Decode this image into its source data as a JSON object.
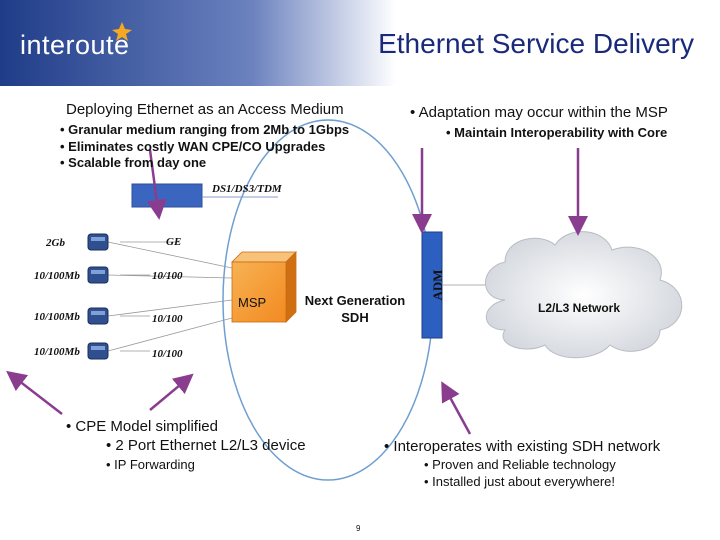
{
  "header": {
    "logo_text": "interoute",
    "title": "Ethernet Service Delivery"
  },
  "left_points": {
    "heading": "Deploying Ethernet as an Access Medium",
    "items": [
      "• Granular medium ranging from 2Mb to 1Gbps",
      "• Eliminates costly WAN CPE/CO Upgrades",
      "• Scalable from day one"
    ]
  },
  "right_points": {
    "heading": "• Adaptation may occur within the MSP",
    "items": [
      "• Maintain Interoperability with Core"
    ]
  },
  "diagram": {
    "tdm_label": "DS1/DS3/TDM",
    "nodes": [
      {
        "left": "2Gb",
        "right": "GE"
      },
      {
        "left": "10/100Mb",
        "right": "10/100"
      },
      {
        "left": "10/100Mb",
        "right": "10/100"
      },
      {
        "left": "10/100Mb",
        "right": "10/100"
      }
    ],
    "msp_label": "MSP",
    "ngsdh_line1": "Next Generation",
    "ngsdh_line2": "SDH",
    "adm_label": "ADM",
    "cloud_label": "L2/L3 Network"
  },
  "bottom_left": {
    "heading": "• CPE Model simplified",
    "items": [
      "• 2 Port Ethernet L2/L3 device",
      "• IP Forwarding"
    ]
  },
  "bottom_right": {
    "heading": "• Interoperates with existing SDH network",
    "items": [
      "• Proven and Reliable technology",
      "• Installed just about everywhere!"
    ]
  },
  "page_number": "9",
  "colors": {
    "header_blue": "#1f3c88",
    "title_blue": "#1a2a7a",
    "ring_blue": "#6f9fd0",
    "arrow_purple": "#8a3d8f",
    "msp_orange": "#f28a20",
    "adm_blue": "#2c5fbf"
  }
}
